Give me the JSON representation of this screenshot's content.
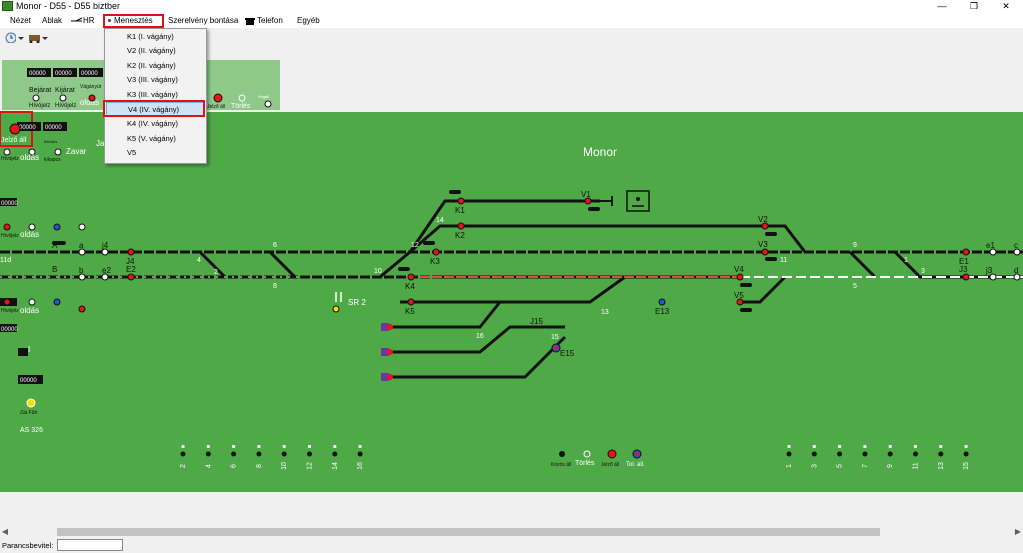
{
  "window": {
    "title": "Monor - D55 - D55 biztber",
    "minimize": "—",
    "maximize": "❐",
    "close": "✕"
  },
  "menubar": {
    "items": [
      "Nézet",
      "Ablak",
      "HR",
      "Menesztés",
      "Szerelvény bontása",
      "Telefon",
      "Egyéb"
    ]
  },
  "dropdown": {
    "items": [
      "K1 (I. vágány)",
      "V2 (II. vágány)",
      "K2 (II. vágány)",
      "V3 (III. vágány)",
      "K3 (III. vágány)",
      "V4 (IV. vágány)",
      "K4 (IV. vágány)",
      "K5 (V. vágány)",
      "V5"
    ],
    "highlighted": "V4 (IV. vágány)"
  },
  "colors": {
    "board": "#4fa947",
    "track": "#111111",
    "route_red": "#e84a3a",
    "route_white": "#ffffff",
    "signal_red": "#e8141a",
    "signal_blue": "#2255dd",
    "signal_yellow": "#f5e000",
    "highlight_box": "#e0101a"
  },
  "station": {
    "name": "Monor"
  },
  "panel_top": {
    "counters": [
      "00000",
      "00000",
      "00000"
    ],
    "labels": [
      "Bejárat",
      "Kijárat",
      "oldás",
      "Hívójelz",
      "Hívójelz",
      "Jelző áll",
      "Törlés",
      "Végáll"
    ],
    "label_small": [
      "Vágányút",
      "Kijárat"
    ]
  },
  "panel_left": {
    "counters": [
      "00000",
      "00000",
      "00000",
      "00000",
      "00000",
      "00000"
    ],
    "labels": [
      "Jelző áll",
      "oldás",
      "Zavar",
      "Hívójelz",
      "Bővítés",
      "kikapcs",
      "oldás",
      "oldás",
      "Hívójelz",
      "Hívójelz",
      "Zár.Fűtr",
      "AS 326",
      "I"
    ],
    "letters": [
      "a",
      "A",
      "B",
      "b",
      "11d",
      "Ja"
    ]
  },
  "track_labels": {
    "switches": [
      "2",
      "4",
      "6",
      "8",
      "10",
      "12",
      "14",
      "16",
      "15",
      "13",
      "9",
      "11",
      "1",
      "3",
      "5"
    ],
    "signals": [
      "j4",
      "e2",
      "J4",
      "E2",
      "K1",
      "K2",
      "K3",
      "K4",
      "K5",
      "V1",
      "V2",
      "V3",
      "V4",
      "V5",
      "J15",
      "E15",
      "E13",
      "E1",
      "J3",
      "e1",
      "j3",
      "c",
      "d",
      "SR 2"
    ]
  },
  "bottom_buttons": {
    "left_numbers": [
      "2",
      "4",
      "6",
      "8",
      "10",
      "12",
      "14",
      "16"
    ],
    "right_numbers": [
      "1",
      "3",
      "5",
      "7",
      "9",
      "11",
      "13",
      "15"
    ],
    "middle_labels": [
      "Közös áll",
      "Törlés",
      "Jelző áll",
      "Tol. áll."
    ]
  },
  "command": {
    "label": "Parancsbevitel:",
    "value": "",
    "placeholder": ""
  }
}
